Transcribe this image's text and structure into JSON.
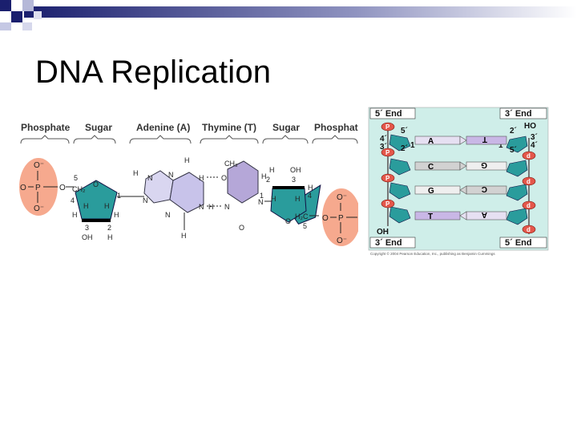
{
  "slide": {
    "title": "DNA Replication"
  },
  "nucleotide_pair": {
    "headers": [
      "Phosphate",
      "Sugar",
      "Adenine (A)",
      "Thymine (T)",
      "Sugar",
      "Phosphate"
    ],
    "left_phosphate": {
      "top": "O⁻",
      "left": "O",
      "center": "P",
      "bottom": "O⁻",
      "right": "O"
    },
    "right_phosphate": {
      "top": "O⁻",
      "center": "P",
      "bottom": "O⁻",
      "left": "O"
    },
    "left_sugar": {
      "ring_o": "O",
      "h1": "H",
      "h2": "H",
      "h3": "H",
      "h4": "H",
      "oh": "OH",
      "h_low": "H",
      "ch2": "CH₂",
      "n1": "1",
      "n2": "2",
      "n3": "3",
      "n4": "4",
      "n5": "5"
    },
    "adenine": {
      "labels": [
        "H",
        "N",
        "H",
        "N",
        "N",
        "N",
        "N",
        "H",
        "H"
      ]
    },
    "thymine": {
      "ch3": "CH₃",
      "labels": [
        "O",
        "H",
        "N",
        "H",
        "N",
        "O"
      ]
    },
    "right_sugar": {
      "h_a": "H",
      "oh": "OH",
      "h_b": "H",
      "h_c": "H",
      "ring_o": "O",
      "h2c": "H₂C",
      "n1": "1",
      "n2": "2",
      "n3": "3",
      "n4": "4",
      "n5": "5",
      "h_d": "H"
    }
  },
  "strand": {
    "top_left": "5´ End",
    "top_right": "3´ End",
    "bottom_left": "3´ End",
    "bottom_right": "5´ End",
    "left_numbers": [
      "4´",
      "5´",
      "3´",
      "2´",
      "1´"
    ],
    "right_numbers": [
      "2´",
      "HO",
      "3´",
      "4´",
      "1´",
      "5´"
    ],
    "phosphate_label": "P",
    "sugar_label": "d",
    "oh_label": "OH",
    "pairs": [
      {
        "left": "A",
        "right": "T"
      },
      {
        "left": "C",
        "right": "G"
      },
      {
        "left": "G",
        "right": "C"
      },
      {
        "left": "T",
        "right": "A"
      }
    ],
    "copyright": "Copyright © 2004 Pearson Education, Inc., publishing as Benjamin Cummings"
  }
}
